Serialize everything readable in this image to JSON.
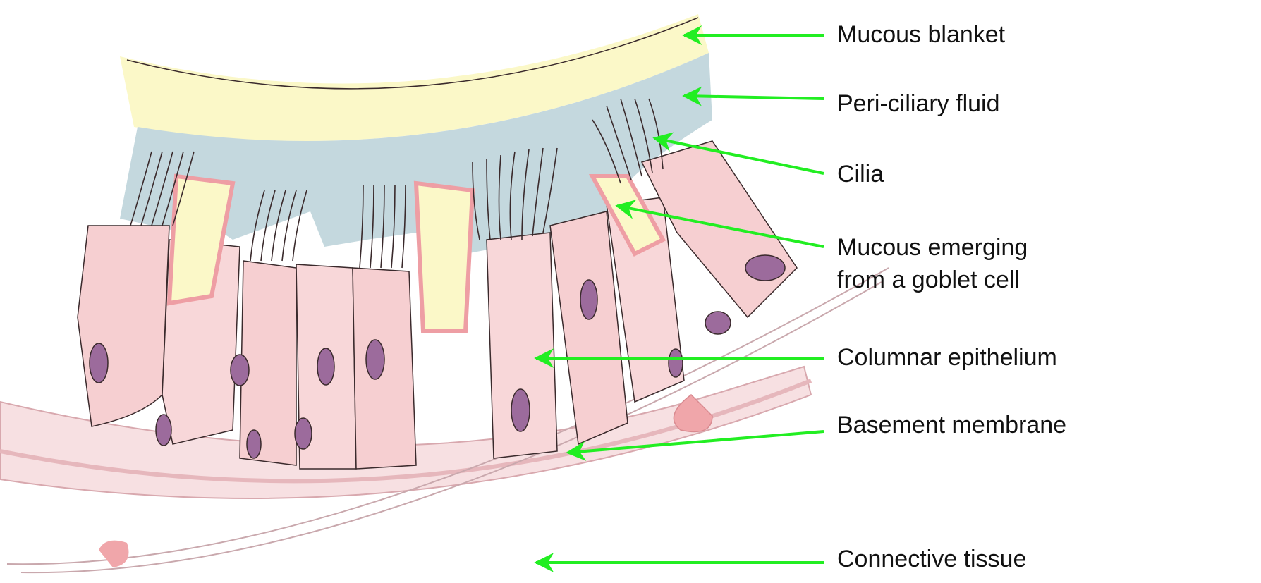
{
  "diagram": {
    "labels": {
      "mucous_blanket": "Mucous blanket",
      "periciliary_fluid": "Peri-ciliary fluid",
      "cilia": "Cilia",
      "mucous_emerging_line1": "Mucous emerging",
      "mucous_emerging_line2": "from a goblet cell",
      "columnar_epithelium": "Columnar epithelium",
      "basement_membrane": "Basement membrane",
      "connective_tissue": "Connective tissue"
    },
    "colors": {
      "arrow": "#22ee22",
      "mucous": "#fbf8c8",
      "periciliary": "#bcd3da",
      "cell": "#f6cfd1",
      "cell_dark": "#ee9ea4",
      "nucleus": "#9c6b9c",
      "outline": "#3a2a2c"
    }
  }
}
